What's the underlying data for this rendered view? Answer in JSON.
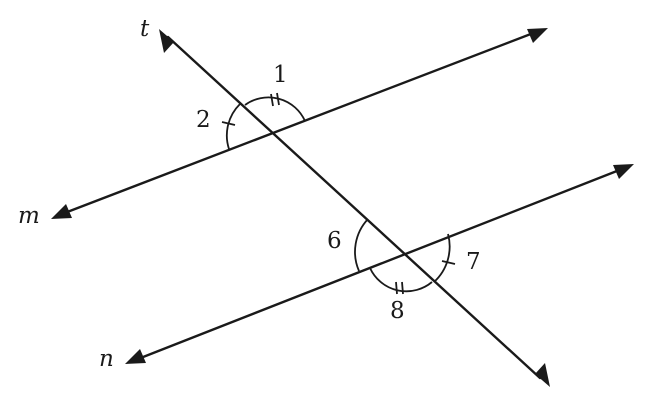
{
  "labels": {
    "line_t": "t",
    "line_m": "m",
    "line_n": "n",
    "angle_1": "1",
    "angle_2": "2",
    "angle_6": "6",
    "angle_7": "7",
    "angle_8": "8"
  }
}
